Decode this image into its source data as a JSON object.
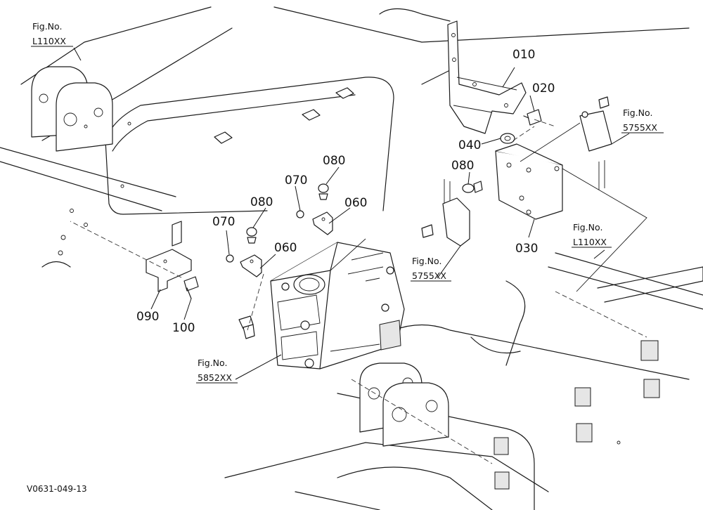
{
  "callouts": {
    "c010": "010",
    "c020": "020",
    "c030": "030",
    "c040": "040",
    "c060a": "060",
    "c060b": "060",
    "c070a": "070",
    "c070b": "070",
    "c080a": "080",
    "c080b": "080",
    "c080c": "080",
    "c090": "090",
    "c100": "100"
  },
  "figure_refs": {
    "top_left": {
      "prefix": "Fig.No.",
      "code": "L110XX"
    },
    "right_top": {
      "prefix": "Fig.No.",
      "code": "5755XX"
    },
    "right_mid": {
      "prefix": "Fig.No.",
      "code": "L110XX"
    },
    "center": {
      "prefix": "Fig.No.",
      "code": "5755XX"
    },
    "bottom_left": {
      "prefix": "Fig.No.",
      "code": "5852XX"
    }
  },
  "diagram_id": "V0631-049-13"
}
